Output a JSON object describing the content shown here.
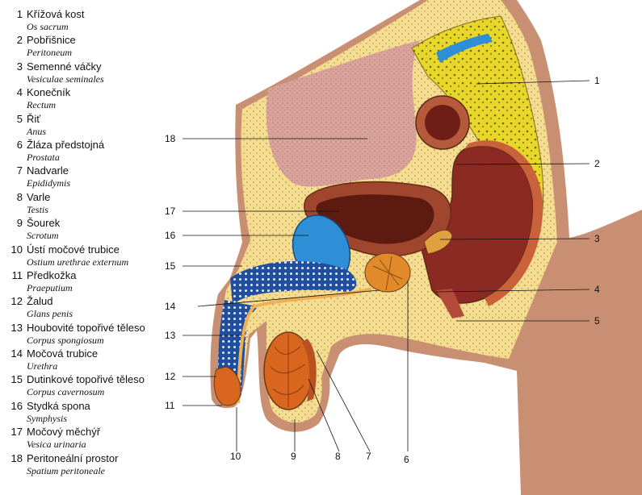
{
  "legend": [
    {
      "num": "1",
      "czech": "Křížová kost",
      "latin": "Os sacrum"
    },
    {
      "num": "2",
      "czech": "Pobřišnice",
      "latin": "Peritoneum"
    },
    {
      "num": "3",
      "czech": "Semenné váčky",
      "latin": "Vesiculae seminales"
    },
    {
      "num": "4",
      "czech": "Konečník",
      "latin": "Rectum"
    },
    {
      "num": "5",
      "czech": "Řiť",
      "latin": "Anus"
    },
    {
      "num": "6",
      "czech": "Žláza předstojná",
      "latin": "Prostata"
    },
    {
      "num": "7",
      "czech": "Nadvarle",
      "latin": "Epididymis"
    },
    {
      "num": "8",
      "czech": "Varle",
      "latin": "Testis"
    },
    {
      "num": "9",
      "czech": "Šourek",
      "latin": "Scrotum"
    },
    {
      "num": "10",
      "czech": "Ústí močové trubice",
      "latin": "Ostium urethrae externum"
    },
    {
      "num": "11",
      "czech": "Předkožka",
      "latin": "Praeputium"
    },
    {
      "num": "12",
      "czech": "Žalud",
      "latin": "Glans penis"
    },
    {
      "num": "13",
      "czech": "Houbovité topořivé těleso",
      "latin": "Corpus spongiosum"
    },
    {
      "num": "14",
      "czech": "Močová trubice",
      "latin": "Urethra"
    },
    {
      "num": "15",
      "czech": "Dutinkové topořivé těleso",
      "latin": "Corpus cavernosum"
    },
    {
      "num": "16",
      "czech": "Stydká spona",
      "latin": "Symphysis"
    },
    {
      "num": "17",
      "czech": "Močový měchýř",
      "latin": "Vesica urinaria"
    },
    {
      "num": "18",
      "czech": "Peritoneální prostor",
      "latin": "Spatium peritoneale"
    }
  ],
  "callouts": {
    "c1": "1",
    "c2": "2",
    "c3": "3",
    "c4": "4",
    "c5": "5",
    "c6": "6",
    "c7": "7",
    "c8": "8",
    "c9": "9",
    "c10": "10",
    "c11": "11",
    "c12": "12",
    "c13": "13",
    "c14": "14",
    "c15": "15",
    "c16": "16",
    "c17": "17",
    "c18": "18"
  },
  "colors": {
    "skin": "#c98f73",
    "fat": "#f5dc8f",
    "bladder": "#a0452e",
    "peritoneum": "#d9a29a",
    "bone": "#e8d629",
    "symphysis": "#2f8fd6",
    "erectile": "#1f4f9e",
    "testis": "#d9661f",
    "rectum": "#8a2a22",
    "prostate": "#e08a2a"
  }
}
